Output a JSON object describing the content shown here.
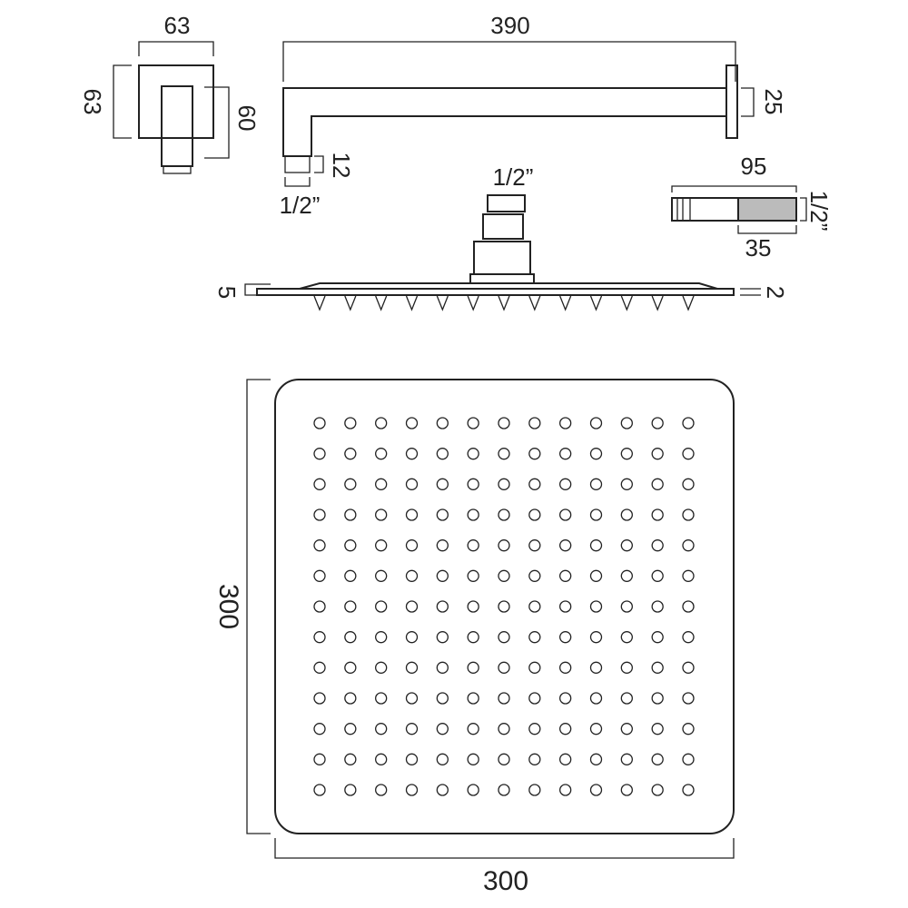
{
  "wall_outlet": {
    "width_label": "63",
    "height_label": "63",
    "depth_label": "60"
  },
  "arm": {
    "length_label": "390",
    "flange_label": "25",
    "thread_length_label": "12",
    "thread_size_label": "1/2”"
  },
  "head_side": {
    "inlet_label": "1/2”",
    "edge_thickness_label": "5",
    "plate_thickness_label": "2"
  },
  "connector": {
    "length_label": "95",
    "thread_length_label": "35",
    "thread_size_label": "1/2”"
  },
  "head_plan": {
    "width_label": "300",
    "height_label": "300",
    "nozzle_rows": 13,
    "nozzle_cols": 13
  },
  "colors": {
    "line": "#222222",
    "background": "#ffffff"
  }
}
